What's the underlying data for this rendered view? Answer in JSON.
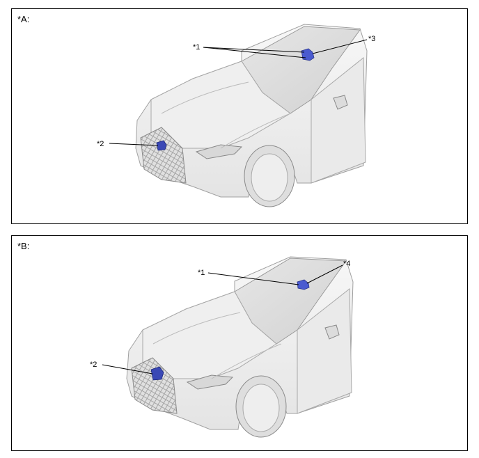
{
  "panels": [
    {
      "label": "*A:",
      "callouts": {
        "c1": "*1",
        "c2": "*2",
        "c3": "*3"
      }
    },
    {
      "label": "*B:",
      "callouts": {
        "c1": "*1",
        "c2": "*2",
        "c4": "*4"
      }
    }
  ],
  "colors": {
    "highlight": "#3f51c4",
    "car_body": "#f2f2f2",
    "car_line": "#9a9a9a"
  },
  "icons": [
    "car-illustration",
    "camera-sensor-icon",
    "radar-sensor-icon"
  ]
}
